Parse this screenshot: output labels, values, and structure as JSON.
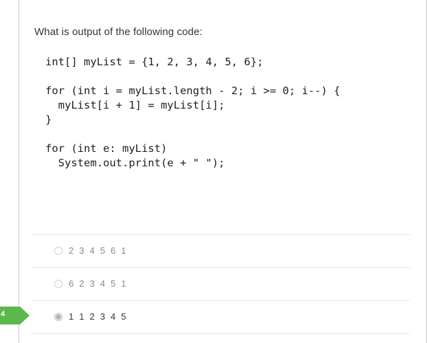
{
  "question": {
    "text": "What is output of the following code:"
  },
  "code": {
    "lines": [
      "int[] myList = {1, 2, 3, 4, 5, 6};",
      "",
      "for (int i = myList.length - 2; i >= 0; i--) {",
      "  myList[i + 1] = myList[i];",
      "}",
      "",
      "for (int e: myList)",
      "  System.out.print(e + \" \");"
    ]
  },
  "options": [
    {
      "label": "2 3 4 5 6 1",
      "selected": false
    },
    {
      "label": "6 2 3 4 5 1",
      "selected": false
    },
    {
      "label": "1 1 2 3 4 5",
      "selected": true
    }
  ],
  "marker": {
    "color": "#5bb84a",
    "number": "4"
  },
  "colors": {
    "border": "#c9c9c9",
    "divider": "#e6e6e6",
    "accent": "#5bb84a"
  }
}
